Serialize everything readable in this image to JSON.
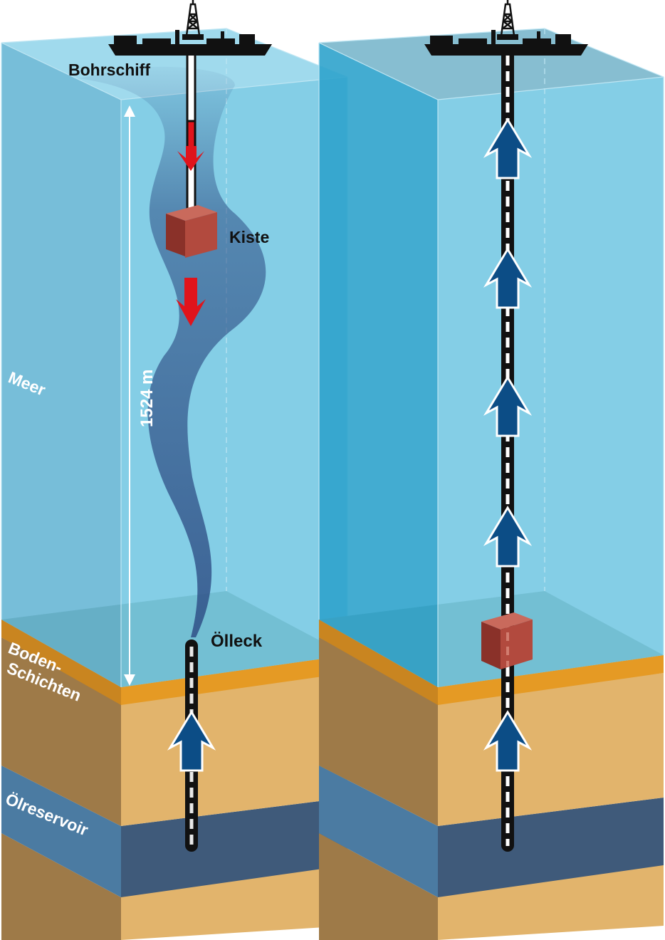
{
  "labels": {
    "ship": "Bohrschiff",
    "box": "Kiste",
    "sea": "Meer",
    "depth": "1524 m",
    "leak": "Ölleck",
    "floor_line1": "Boden-",
    "floor_line2": "Schichten",
    "reservoir": "Ölreservoir"
  },
  "colors": {
    "sea_front": "#6ec6e2",
    "sea_side": "#2fa3cc",
    "sea_top": "#8fd4ea",
    "sediment_front": "#e2b46c",
    "sediment_side": "#9e7a48",
    "sediment_top": "#8f9a82",
    "orange_band": "#e59a24",
    "reservoir_front": "#3f5a7a",
    "reservoir_side": "#4b7ba2",
    "bottom_front": "#e2b46c",
    "bottom_side": "#9e7a48",
    "plume": "#2f4f86",
    "box_front": "#b24a3e",
    "box_side": "#8a3129",
    "box_top": "#c96a5c",
    "arrow_red": "#e0141c",
    "arrow_blue": "#0c4d86",
    "ship": "#111111"
  }
}
